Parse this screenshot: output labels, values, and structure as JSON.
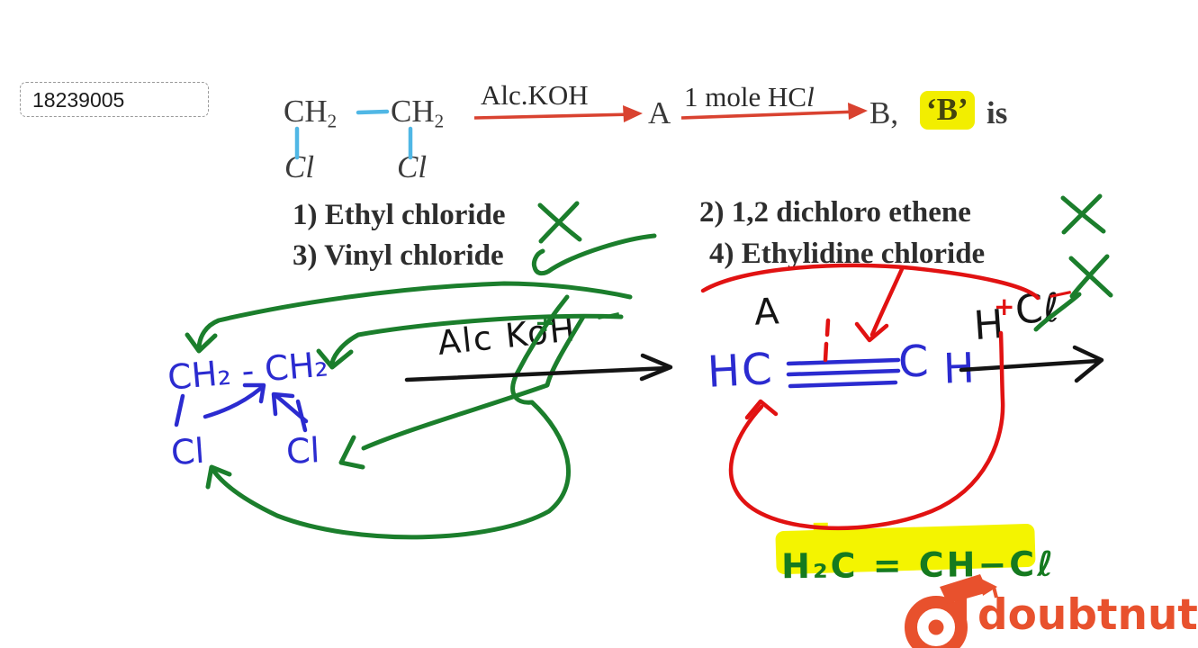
{
  "colors": {
    "background": "#ffffff",
    "printed_text": "#3a3a3a",
    "printed_bond_blue": "#50b7e5",
    "printed_arrow_red": "#d94230",
    "highlight_yellow": "#f2ee00",
    "hand_green": "#1b7e2c",
    "hand_blue": "#2b2bd0",
    "hand_red": "#e11212",
    "hand_black": "#141414",
    "brand_orange": "#e8512d"
  },
  "question_id": "18239005",
  "printed": {
    "formula": {
      "c_left": "CH",
      "sub_left": "2",
      "c_right": "CH",
      "sub_right": "2",
      "cl_left": "Cl",
      "cl_right": "Cl"
    },
    "reaction": {
      "step1": "Alc.KOH",
      "intermediate": "A",
      "step2": "1 mole HC",
      "step2_italic": "l",
      "product": "B,",
      "highlight": "‘B’",
      "suffix": "is"
    },
    "options": [
      {
        "num": "1)",
        "label": "Ethyl chloride",
        "mark": "cross"
      },
      {
        "num": "2)",
        "label": "1,2 dichloro ethene",
        "mark": "cross"
      },
      {
        "num": "3)",
        "label": "Vinyl chloride",
        "mark": "check"
      },
      {
        "num": "4)",
        "label": "Ethylidine chloride",
        "mark": "cross"
      }
    ]
  },
  "handwriting": {
    "reactant": {
      "formula": "CH₂ - CH₂",
      "cl_left": "Cl",
      "cl_right": "Cl"
    },
    "reagent": "Alc KoH",
    "reagent_plus": "+",
    "reagent_minus": "−",
    "intermediate_label": "A",
    "alkyne": {
      "left": "HC",
      "right_c": "C",
      "right_h": "H"
    },
    "hcl": {
      "h": "H",
      "plus": "+",
      "cl": "Cℓ",
      "minus": "−"
    },
    "answer": "H₂C = CH−Cℓ"
  },
  "branding": {
    "logo_text": "doubtnut"
  }
}
